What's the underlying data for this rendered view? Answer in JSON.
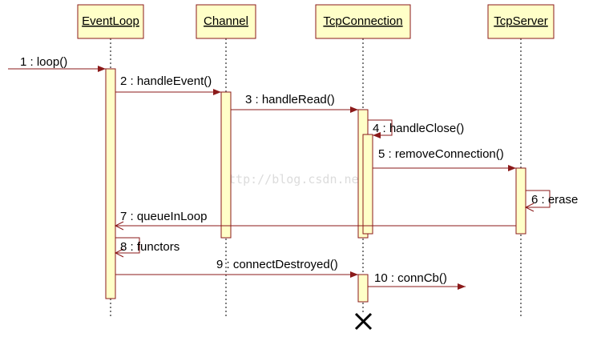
{
  "objects": [
    {
      "name": "EventLoop"
    },
    {
      "name": "Channel"
    },
    {
      "name": "TcpConnection"
    },
    {
      "name": "TcpServer"
    }
  ],
  "messages": [
    {
      "label": "1 : loop()"
    },
    {
      "label": "2 : handleEvent()"
    },
    {
      "label": "3 : handleRead()"
    },
    {
      "label": "4 : handleClose()"
    },
    {
      "label": "5 : removeConnection()"
    },
    {
      "label": "6 : erase"
    },
    {
      "label": "7 : queueInLoop"
    },
    {
      "label": "8 : functors"
    },
    {
      "label": "9 : connectDestroyed()"
    },
    {
      "label": "10 : connCb()"
    }
  ],
  "watermark": "http://blog.csdn.net/",
  "colors": {
    "box_fill": "#ffffc8",
    "line": "#8b1a1a"
  }
}
